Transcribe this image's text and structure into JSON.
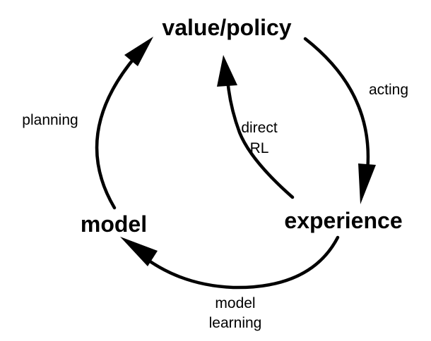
{
  "nodes": {
    "value_policy": "value/policy",
    "experience": "experience",
    "model": "model"
  },
  "edges": {
    "acting": "acting",
    "direct_rl": [
      "direct",
      "RL"
    ],
    "model_learning": [
      "model",
      "learning"
    ],
    "planning": "planning"
  },
  "colors": {
    "ink": "#000000",
    "background": "#ffffff"
  }
}
